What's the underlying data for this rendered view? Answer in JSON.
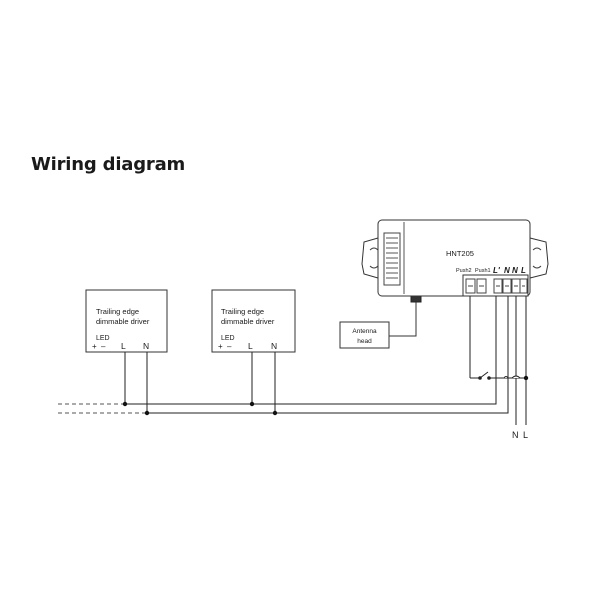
{
  "title": "Wiring diagram",
  "driver_1": {
    "line1": "Trailing edge",
    "line2": "dimmable driver",
    "led": "LED",
    "plus": "+",
    "minus": "–",
    "l": "L",
    "n": "N"
  },
  "driver_2": {
    "line1": "Trailing edge",
    "line2": "dimmable driver",
    "led": "LED",
    "plus": "+",
    "minus": "–",
    "l": "L",
    "n": "N"
  },
  "antenna": {
    "line1": "Antenna",
    "line2": "head"
  },
  "module": {
    "model": "HNT205",
    "terminals": [
      "Push2",
      "Push1",
      "L'",
      "N",
      "N",
      "L"
    ]
  },
  "mains": {
    "n": "N",
    "l": "L"
  }
}
